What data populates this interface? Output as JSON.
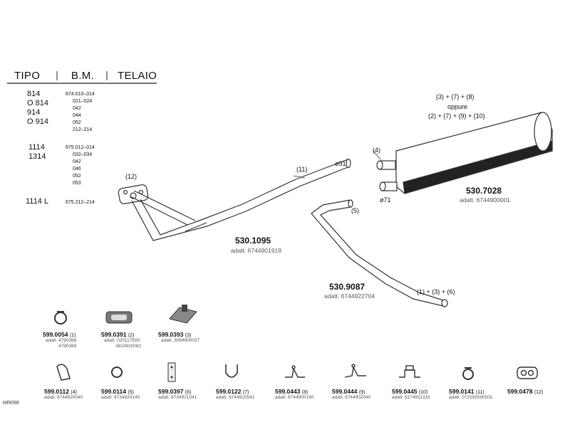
{
  "table": {
    "headers": [
      "TIPO",
      "B.M.",
      "TELAIO"
    ],
    "groups": [
      {
        "tipo": [
          "814",
          "O 814",
          "914",
          "O 914"
        ],
        "bm": [
          "674.010–014",
          "021–024",
          "042",
          "044",
          "052",
          "212–214"
        ]
      },
      {
        "tipo": [
          "1114",
          "1314"
        ],
        "bm": [
          "675.012–014",
          "032–034",
          "042",
          "046",
          "052",
          "053"
        ]
      },
      {
        "tipo": [
          "1114 L"
        ],
        "bm": [
          "675.212–214"
        ]
      }
    ]
  },
  "callouts": {
    "c12": "(12)",
    "c11": "(11)",
    "c4": "(4)",
    "c5": "(5)",
    "d91": "ø91",
    "d71": "ø71",
    "muffler_top1": "(3) + (7) + (8)",
    "oppure": "oppure",
    "muffler_top2": "(2) + (7) + (9) + (10)",
    "tail": "(1) + (3) + (6)"
  },
  "main_parts": [
    {
      "part": "530.1095",
      "adatt": "adatt. 6744901919"
    },
    {
      "part": "530.7028",
      "adatt": "adatt. 6744900001"
    },
    {
      "part": "530.9087",
      "adatt": "adatt. 6744922704"
    }
  ],
  "accessories_row1": [
    {
      "part": "599.0054",
      "idx": "(1)",
      "adatt": [
        "adatt. 4790368",
        "4790369"
      ],
      "icon": "clamp-icon"
    },
    {
      "part": "599.0391",
      "idx": "(2)",
      "adatt": [
        "adatt. 020117500",
        "3814920082"
      ],
      "icon": "rubber-mount-icon"
    },
    {
      "part": "599.0393",
      "idx": "(3)",
      "adatt": [
        "adatt. 3094900037"
      ],
      "icon": "hanger-block-icon"
    }
  ],
  "accessories_row2": [
    {
      "part": "599.0112",
      "idx": "(4)",
      "adatt": [
        "adatt. 6744920040"
      ],
      "icon": "flange-gasket-icon"
    },
    {
      "part": "599.0114",
      "idx": "(5)",
      "adatt": [
        "adatt. 6734920140"
      ],
      "icon": "clamp-ring-icon"
    },
    {
      "part": "599.0397",
      "idx": "(6)",
      "adatt": [
        "adatt. 6734921041"
      ],
      "icon": "strap-icon"
    },
    {
      "part": "599.0122",
      "idx": "(7)",
      "adatt": [
        "adatt. 6744910541"
      ],
      "icon": "u-bolt-icon"
    },
    {
      "part": "599.0443",
      "idx": "(8)",
      "adatt": [
        "adatt. 6744900140"
      ],
      "icon": "bracket-icon"
    },
    {
      "part": "599.0444",
      "idx": "(9)",
      "adatt": [
        "adatt. 6744902040"
      ],
      "icon": "bracket-icon"
    },
    {
      "part": "599.0445",
      "idx": "(10)",
      "adatt": [
        "adatt. 6174911316"
      ],
      "icon": "support-icon"
    },
    {
      "part": "599.0141",
      "idx": "(11)",
      "adatt": [
        "adatt. 071555090501"
      ],
      "icon": "clamp-icon"
    },
    {
      "part": "599.0478",
      "idx": "(12)",
      "adatt": [],
      "icon": "flange-gasket-icon"
    }
  ],
  "code": "MR098"
}
